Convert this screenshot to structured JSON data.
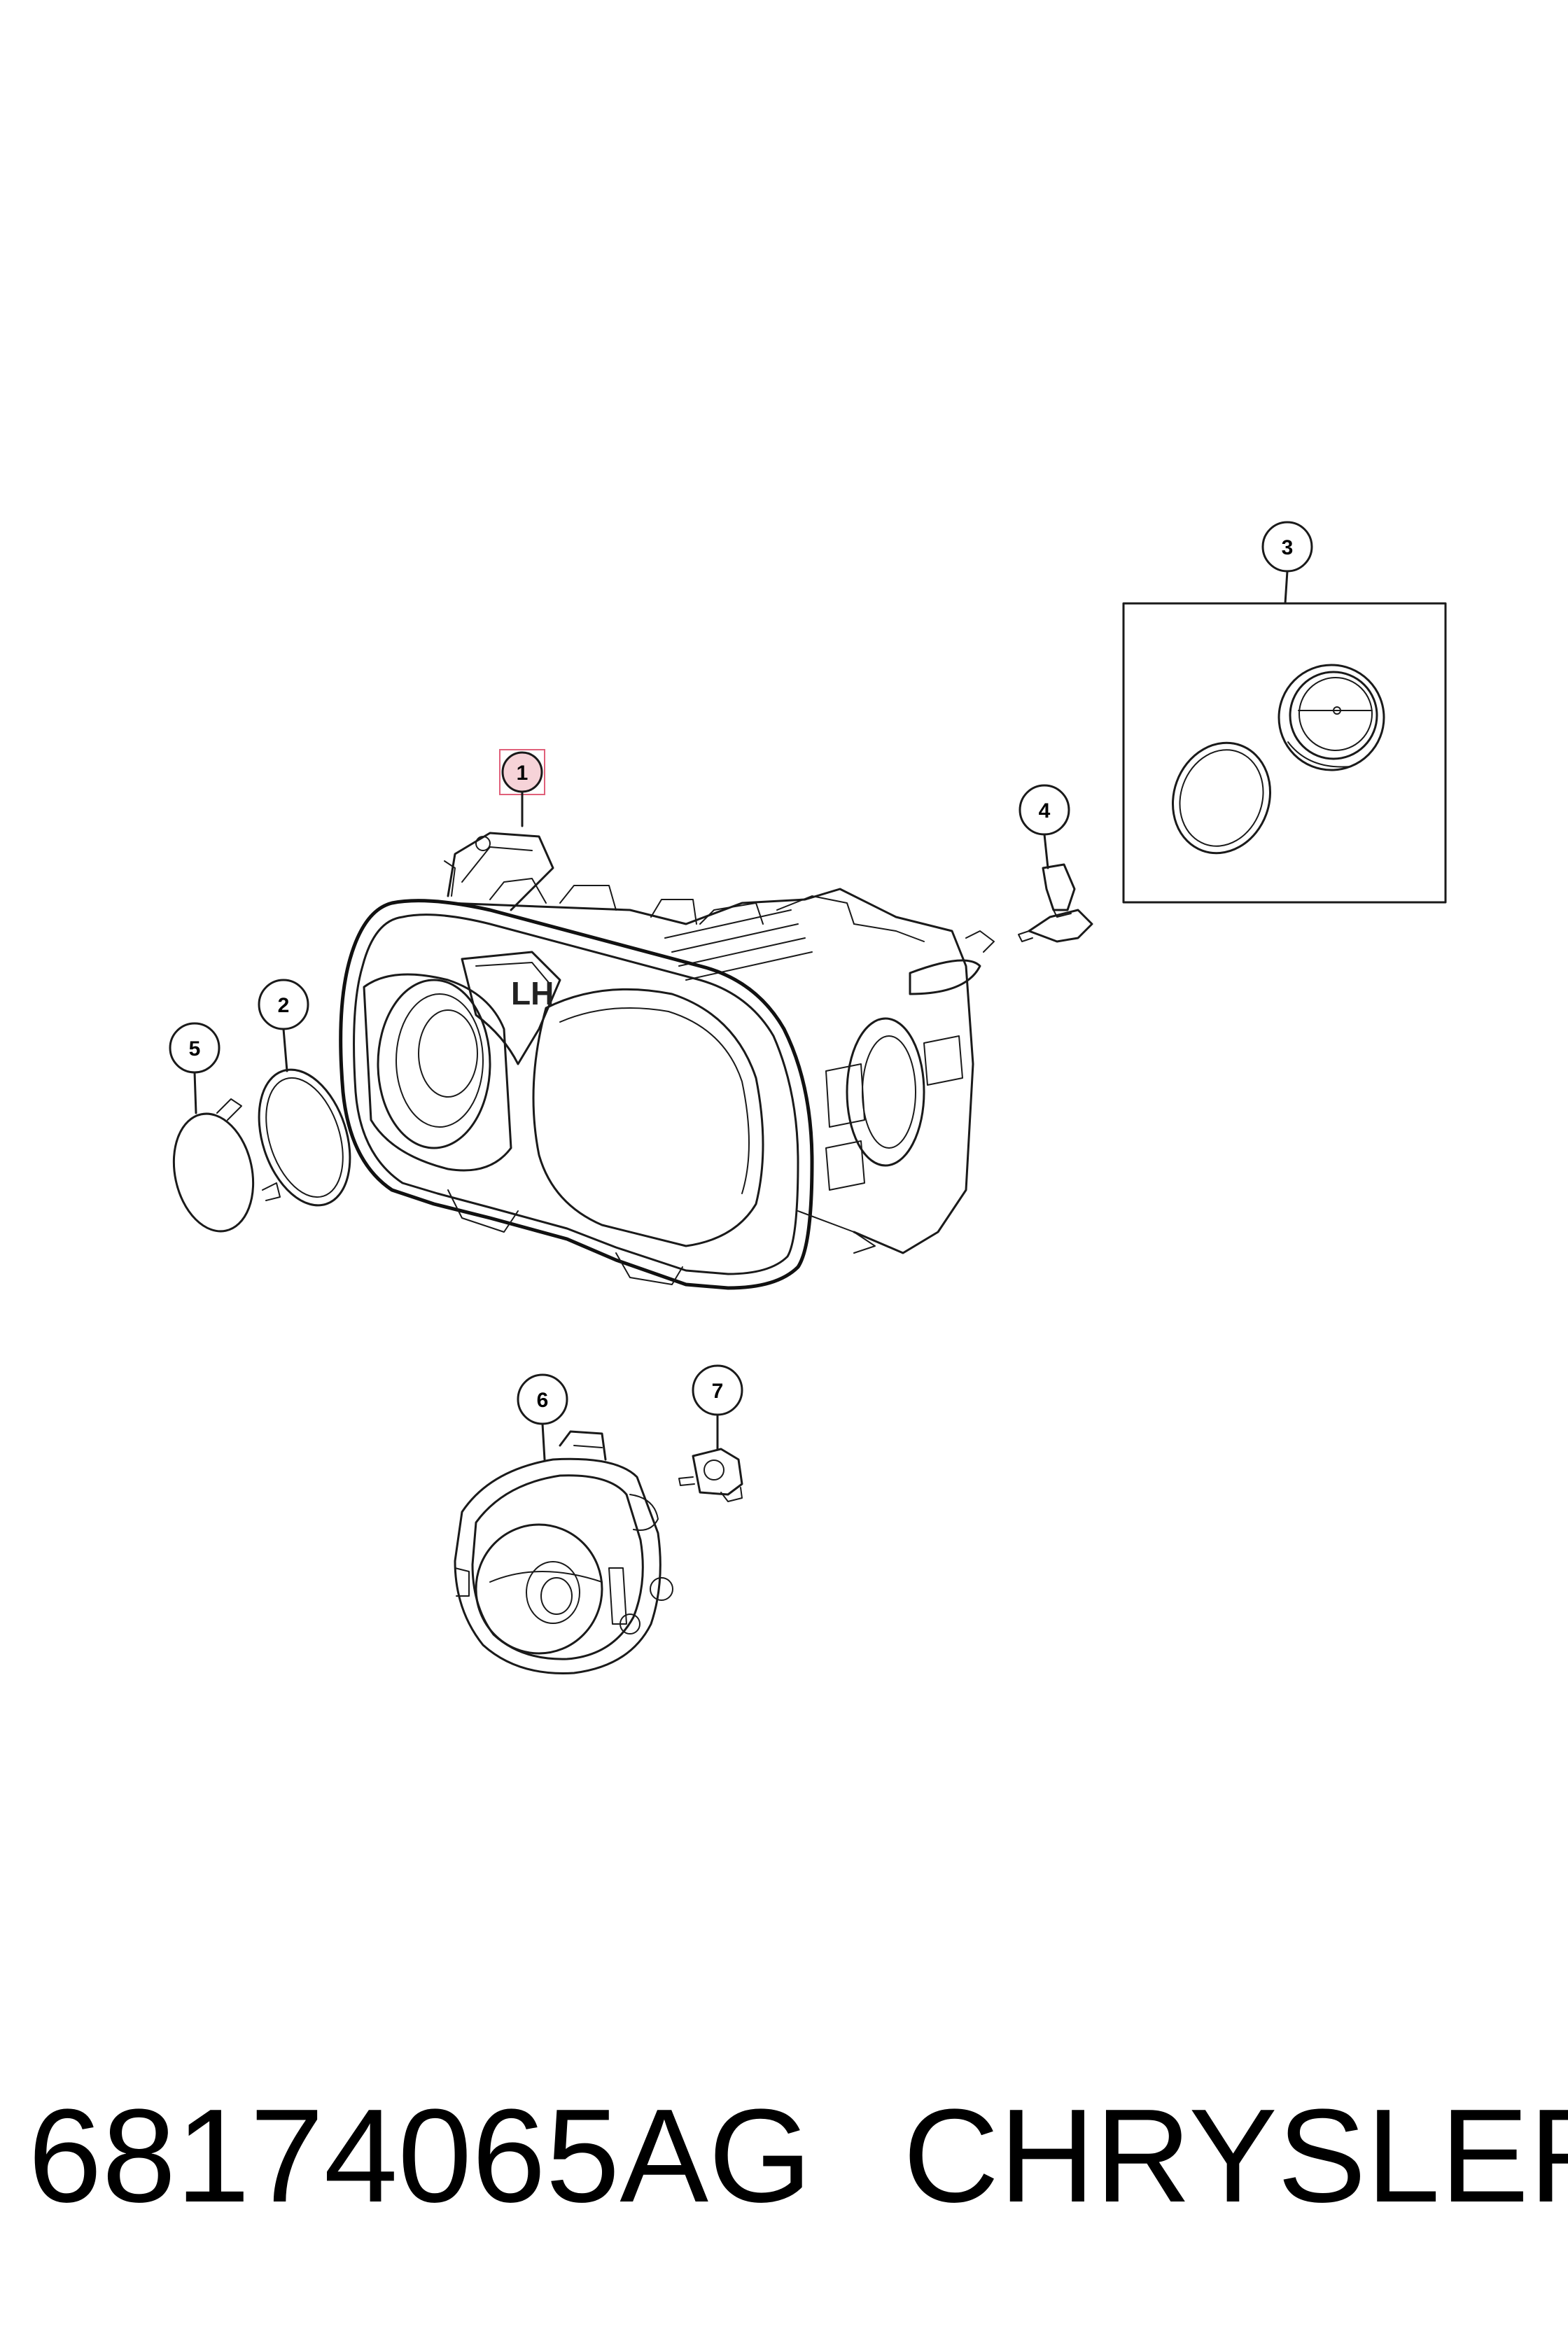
{
  "callouts": [
    {
      "label": "1",
      "highlighted": true
    },
    {
      "label": "2"
    },
    {
      "label": "3"
    },
    {
      "label": "4"
    },
    {
      "label": "5"
    },
    {
      "label": "6"
    },
    {
      "label": "7"
    }
  ],
  "housing_marking": "LH",
  "footer": {
    "part_number": "68174065AG",
    "brand": "CHRYSLER"
  },
  "colors": {
    "highlight_fill": "#f6d3d8",
    "highlight_stroke": "#e0607a",
    "line": "#1a1a1a"
  }
}
